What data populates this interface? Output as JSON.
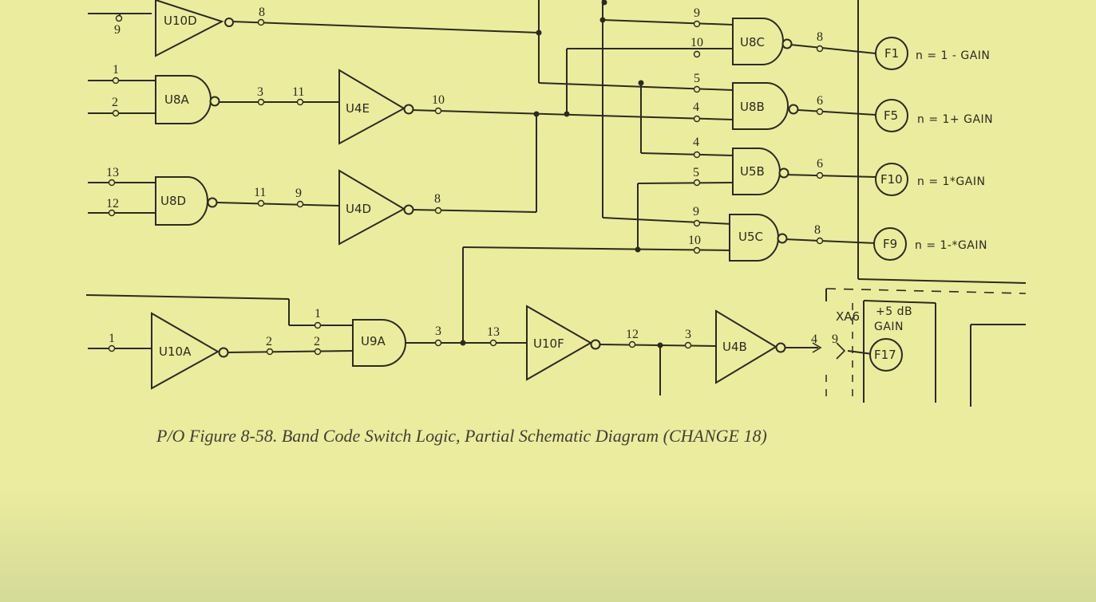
{
  "gates": {
    "U10D": "U10D",
    "U8A": "U8A",
    "U8D": "U8D",
    "U4E": "U4E",
    "U4D": "U4D",
    "U8C": "U8C",
    "U8B": "U8B",
    "U5B": "U5B",
    "U5C": "U5C",
    "U10A": "U10A",
    "U9A": "U9A",
    "U10F": "U10F",
    "U4B": "U4B"
  },
  "outputs": {
    "F1": {
      "label": "F1",
      "desc": "n = 1 - GAIN"
    },
    "F5": {
      "label": "F5",
      "desc": "n = 1+ GAIN"
    },
    "F10": {
      "label": "F10",
      "desc": "n = 1*GAIN"
    },
    "F9": {
      "label": "F9",
      "desc": "n = 1-*GAIN"
    },
    "F17": {
      "label": "F17"
    }
  },
  "connector": {
    "name": "XA6",
    "note_line1": "+5 dB",
    "note_line2": "GAIN"
  },
  "caption": "P/O Figure 8-58. Band Code Switch Logic, Partial Schematic Diagram (CHANGE 18)"
}
